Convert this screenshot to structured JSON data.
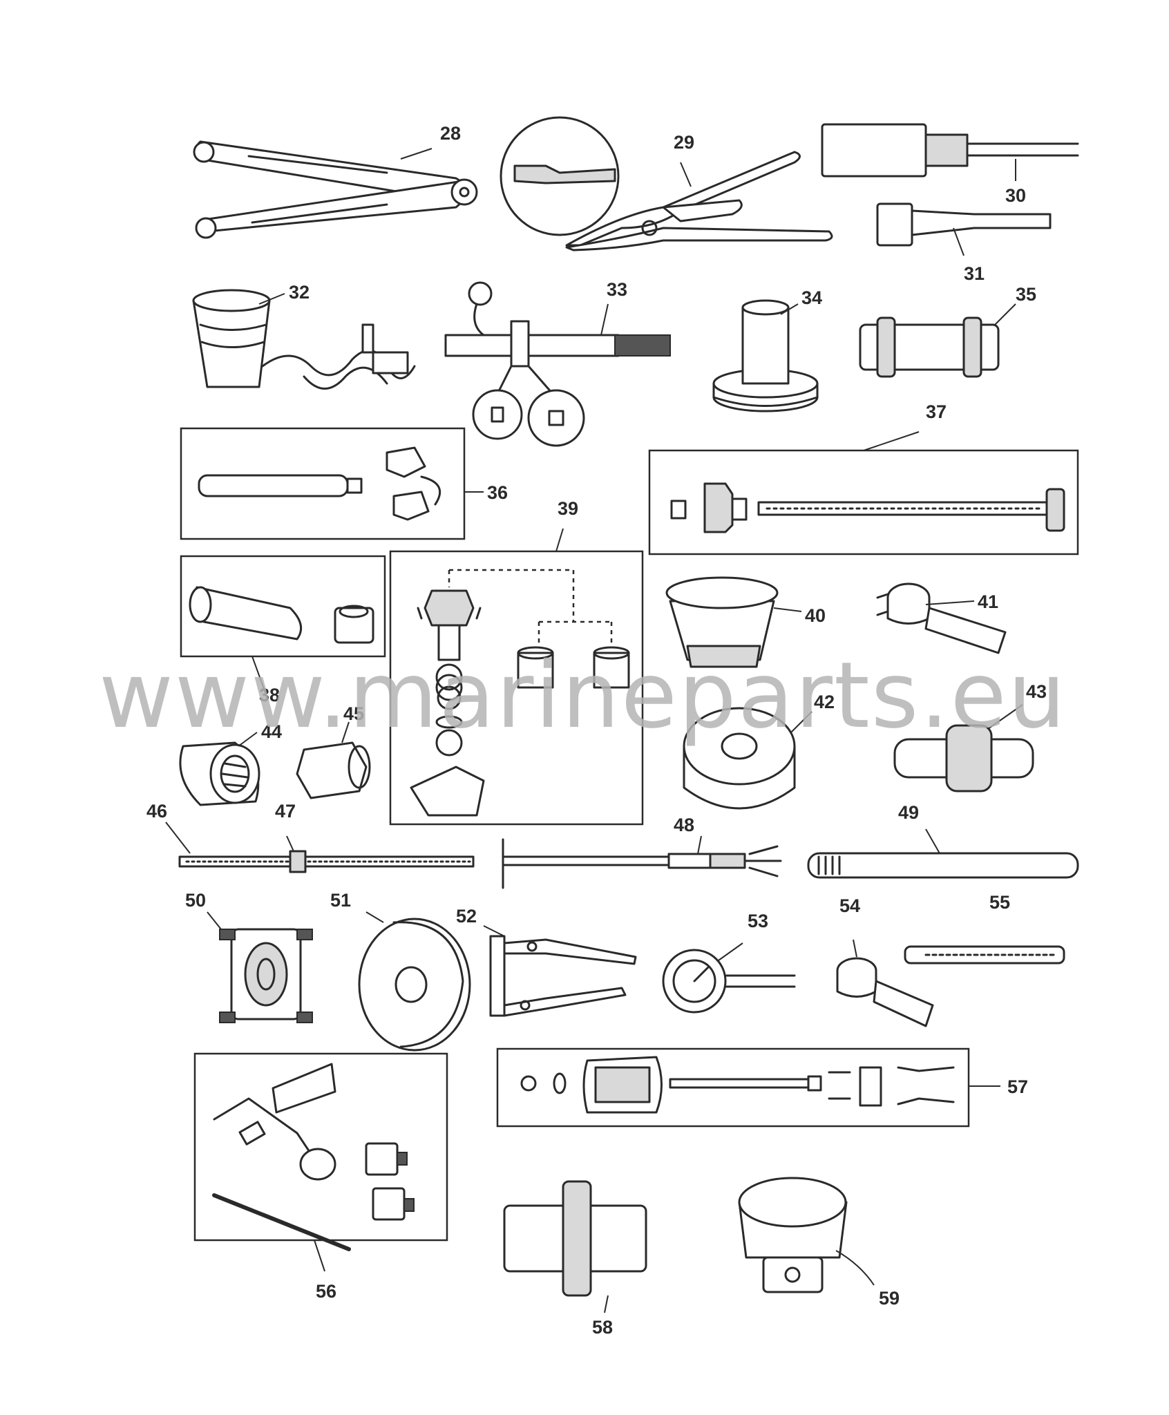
{
  "diagram": {
    "part_labels": [
      "28",
      "29",
      "30",
      "31",
      "32",
      "33",
      "34",
      "35",
      "36",
      "37",
      "38",
      "39",
      "40",
      "41",
      "42",
      "43",
      "44",
      "45",
      "46",
      "47",
      "48",
      "49",
      "50",
      "51",
      "52",
      "53",
      "54",
      "55",
      "56",
      "57",
      "58",
      "59"
    ],
    "watermark": "www.marineparts.eu"
  },
  "colors": {
    "ink": "#2a2a2a",
    "watermark": "#b4b4b4",
    "paper": "#ffffff"
  }
}
